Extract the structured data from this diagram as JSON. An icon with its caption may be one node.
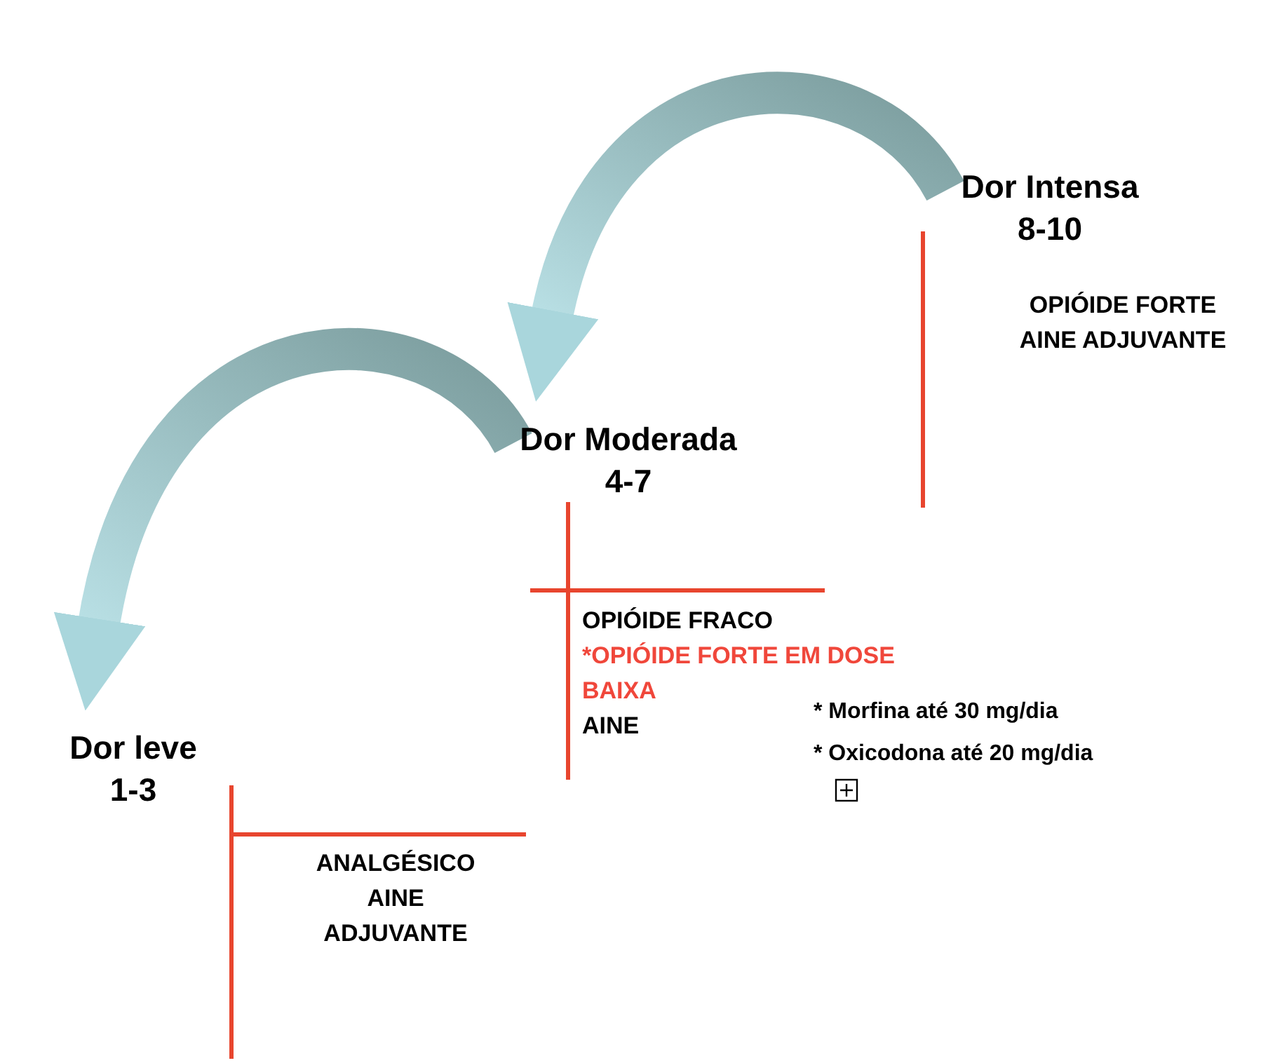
{
  "diagram": {
    "nodes": [
      {
        "text": [
          "Dor leve 1-3"
        ]
      },
      {
        "text": [
          "Dor Moderada 4-7"
        ]
      },
      {
        "text": [
          "Dor Intensa 8-10"
        ]
      }
    ],
    "edges": [
      {
        "from": 1,
        "to": 0,
        "arrow": "to"
      },
      {
        "from": 2,
        "to": 1,
        "arrow": "to"
      }
    ],
    "labels": [
      "OPIÓIDE FORTE AINE ADJUVANTE",
      "OPIÓIDE FRACO",
      "*OPIÓIDE FORTE EM DOSE BAIXA",
      "AINE",
      "* Morfina até 30 mg/dia",
      "* Oxicodona até 20 mg/dia",
      "ANALGÉSICO AINE ADJUVANTE"
    ]
  }
}
